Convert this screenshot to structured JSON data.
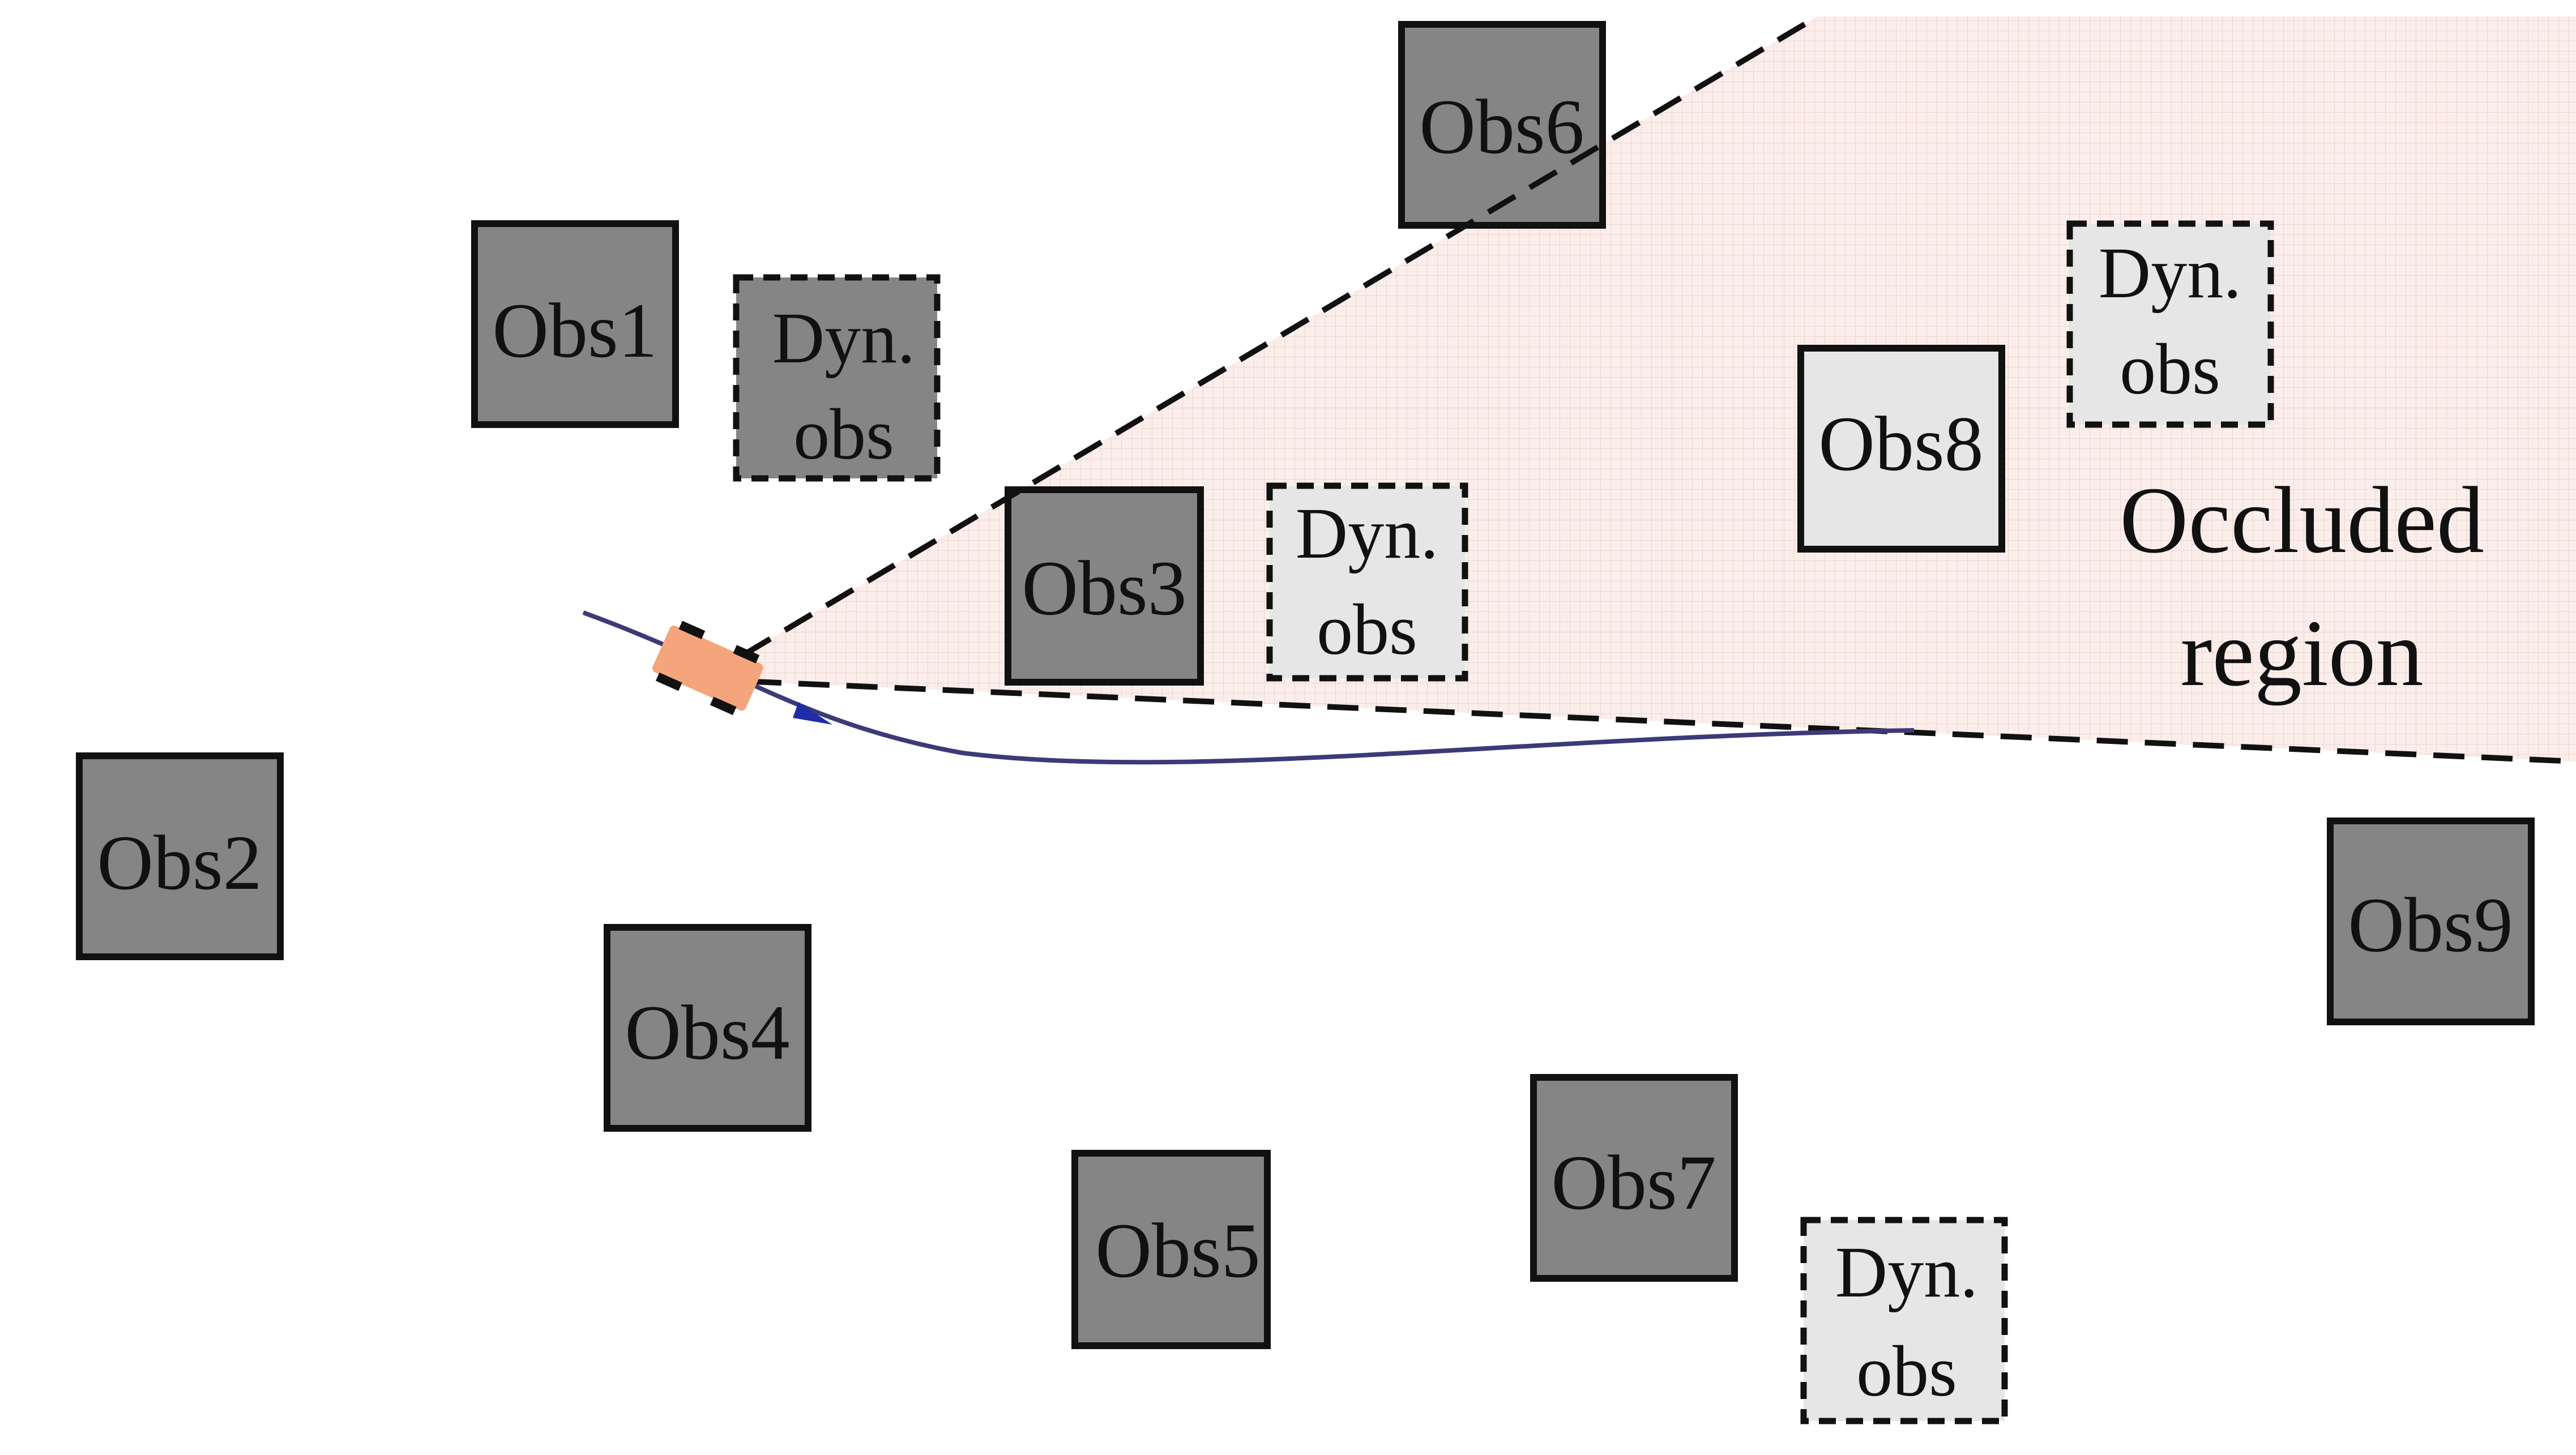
{
  "obstacles": {
    "obs1": "Obs1",
    "obs2": "Obs2",
    "obs3": "Obs3",
    "obs4": "Obs4",
    "obs5": "Obs5",
    "obs6": "Obs6",
    "obs7": "Obs7",
    "obs8": "Obs8",
    "obs9": "Obs9"
  },
  "dynamic_obstacles": [
    {
      "line1": "Dyn.",
      "line2": "obs"
    },
    {
      "line1": "Dyn.",
      "line2": "obs"
    },
    {
      "line1": "Dyn.",
      "line2": "obs"
    },
    {
      "line1": "Dyn.",
      "line2": "obs"
    }
  ],
  "occluded_label": {
    "line1": "Occluded",
    "line2": "region"
  },
  "colors": {
    "static_obstacle": "#858585",
    "occluded_obstacle": "#e6e6e6",
    "occluded_region": "#fbeeea",
    "occluded_grid": "#ead6d0",
    "vehicle": "#f4a57c",
    "trajectory": "#3d3a78",
    "heading_arrow": "#1f2ca8",
    "outline": "#111111"
  }
}
